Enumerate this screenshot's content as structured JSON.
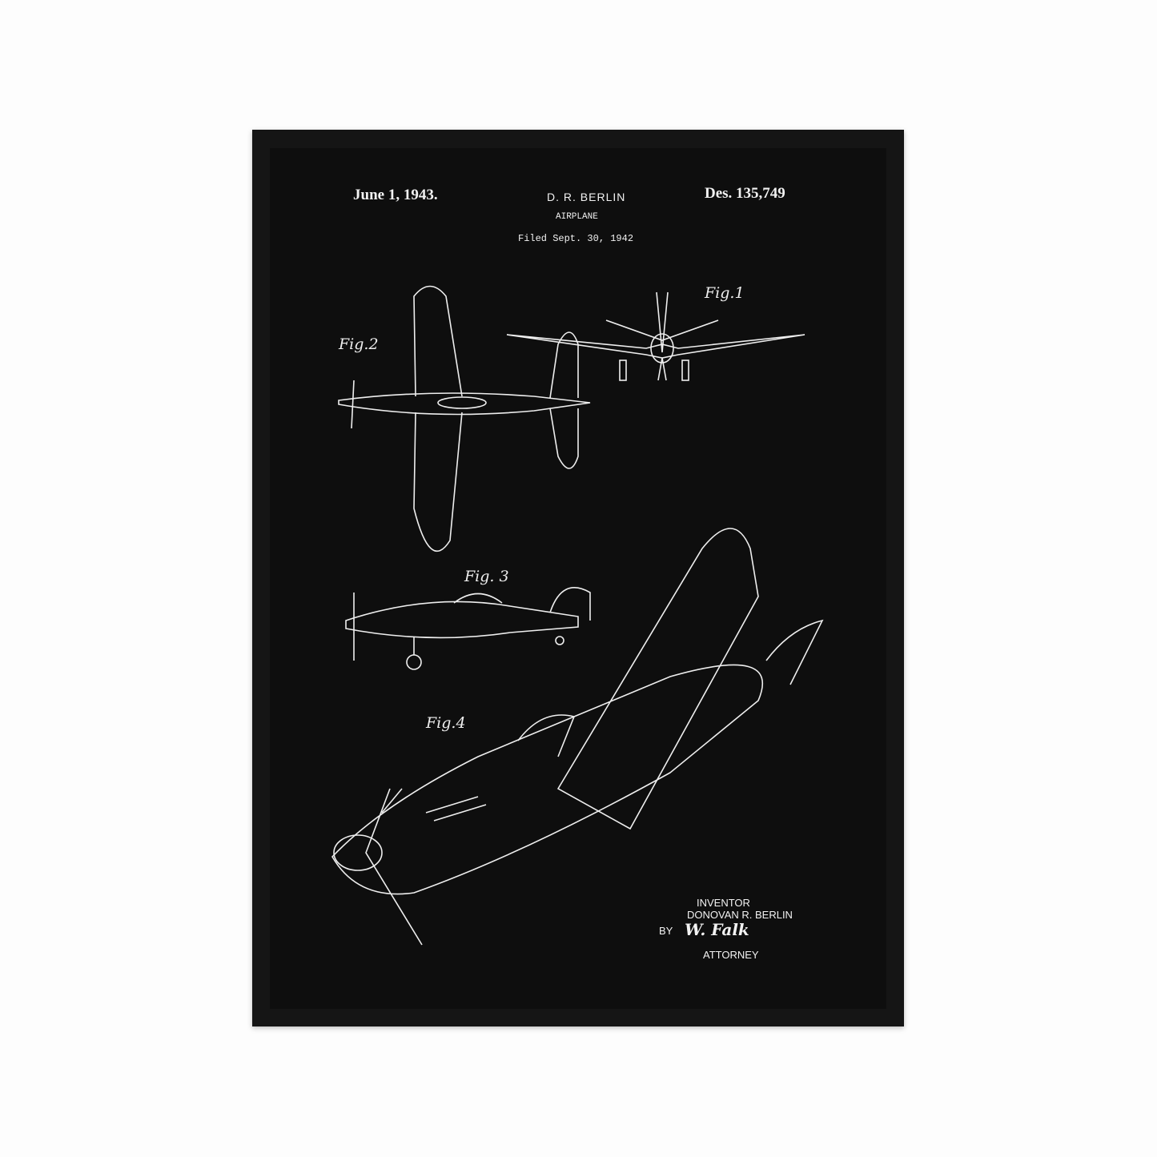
{
  "header": {
    "date": "June 1, 1943.",
    "inventor_short": "D. R. BERLIN",
    "title": "AIRPLANE",
    "filed": "Filed Sept. 30, 1942",
    "patent_number": "Des. 135,749"
  },
  "figures": [
    "Fig.1",
    "Fig.2",
    "Fig. 3",
    "Fig.4"
  ],
  "footer": {
    "inventor_label": "INVENTOR",
    "inventor_name": "DONOVAN R. BERLIN",
    "by_label": "BY",
    "signature": "W. Falk",
    "attorney_label": "ATTORNEY"
  },
  "colors": {
    "background": "#fdfdfd",
    "frame": "#151515",
    "poster": "#0e0e0e",
    "ink": "#f2f2f2"
  }
}
